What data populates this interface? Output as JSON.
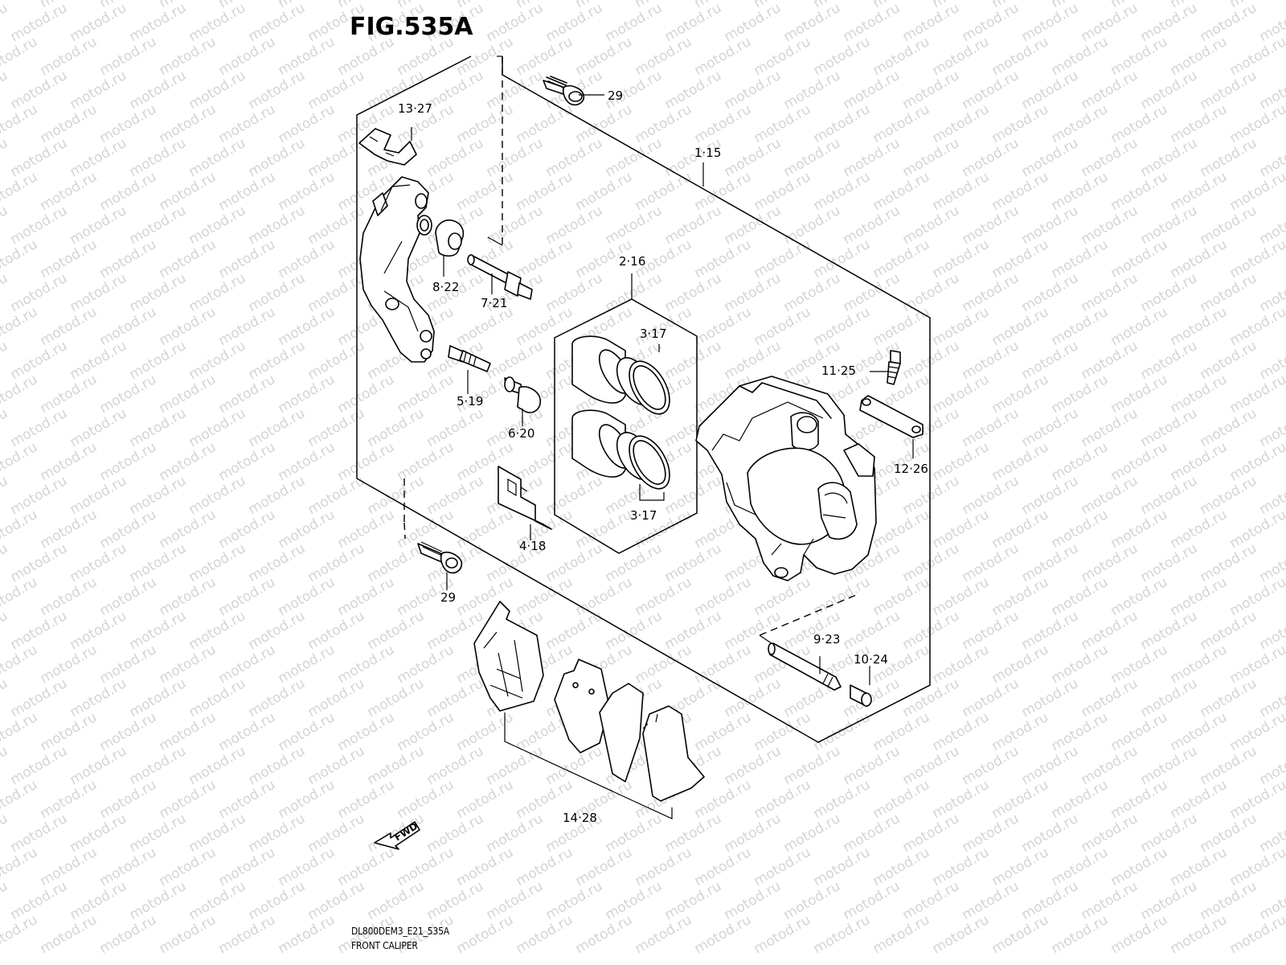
{
  "figure": {
    "title": "FIG.535A"
  },
  "watermark": {
    "text": "motod.ru"
  },
  "callouts": {
    "c29_top": "29",
    "c13_27": "13·27",
    "c1_15": "1·15",
    "c8_22": "8·22",
    "c7_21": "7·21",
    "c2_16": "2·16",
    "c3_17_top": "3·17",
    "c3_17_bottom": "3·17",
    "c11_25": "11·25",
    "c12_26": "12·26",
    "c5_19": "5·19",
    "c6_20": "6·20",
    "c4_18": "4·18",
    "c29_bottom": "29",
    "c9_23": "9·23",
    "c10_24": "10·24",
    "c14_28": "14·28"
  },
  "direction_arrow": {
    "label": "FWD"
  },
  "footer": {
    "code": "DL800DEM3_E21_535A",
    "name": "FRONT CALIPER"
  }
}
